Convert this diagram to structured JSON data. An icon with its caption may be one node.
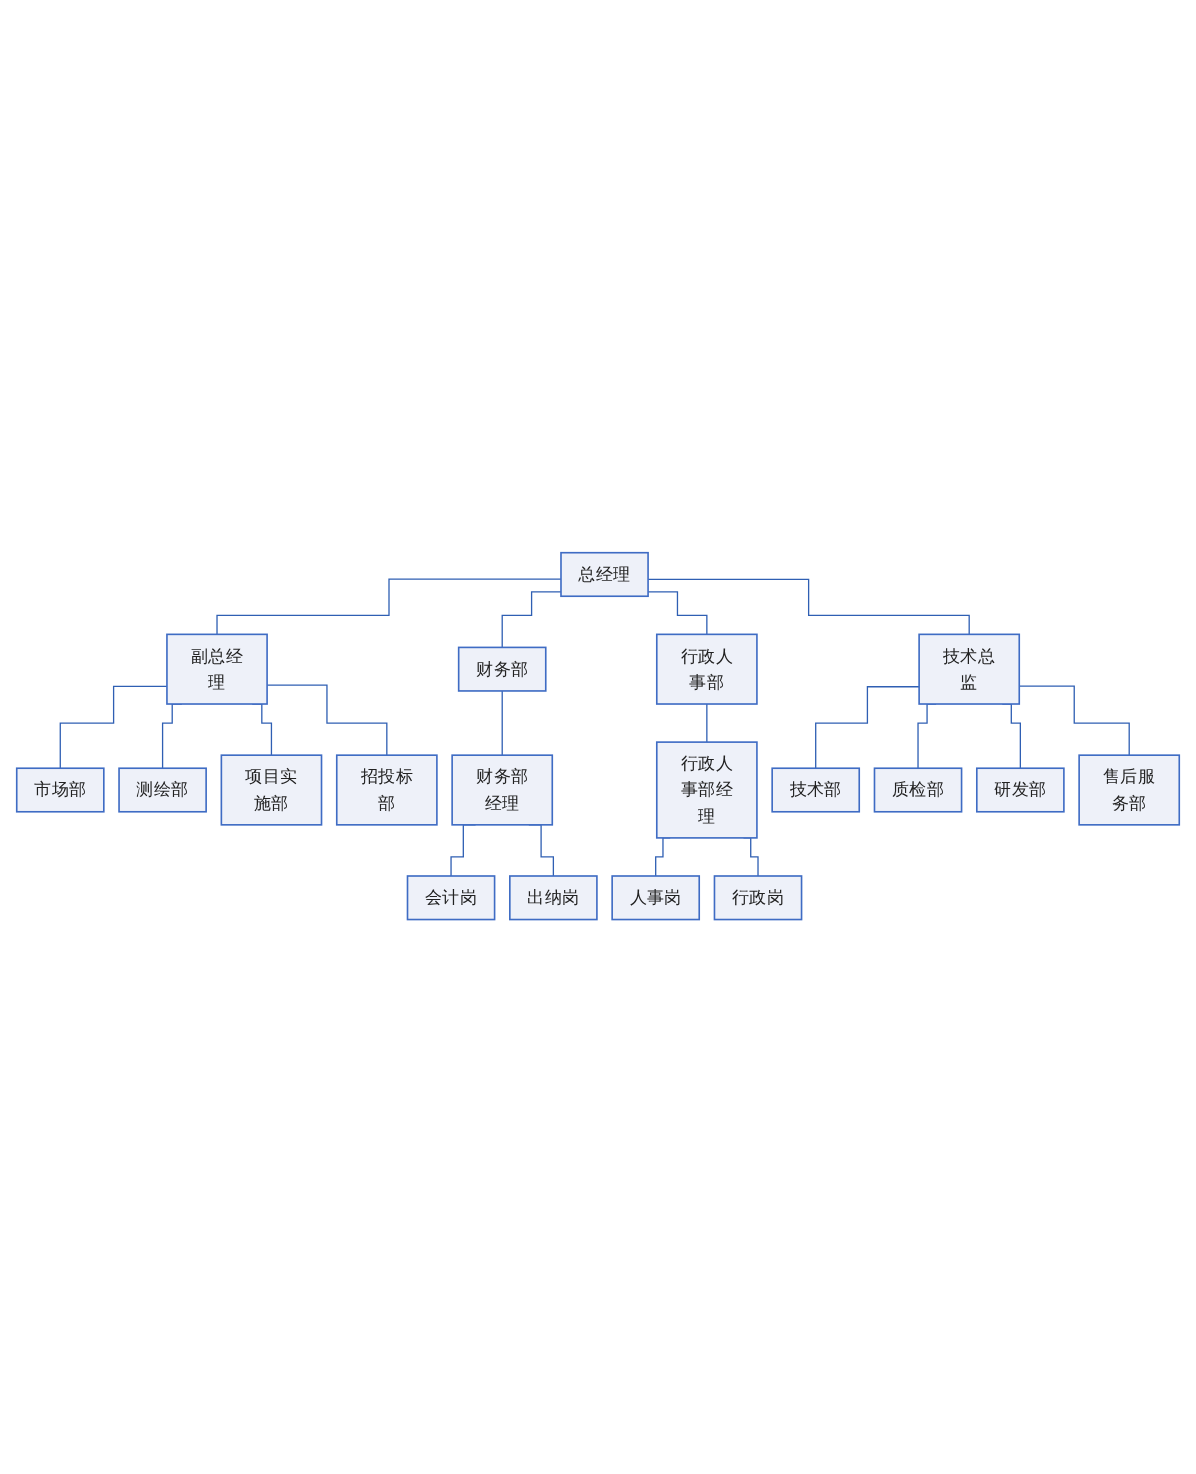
{
  "diagram": {
    "nodes": [
      {
        "text": [
          "总经理"
        ]
      },
      {
        "text": [
          "副总经理"
        ]
      },
      {
        "text": [
          "财务部"
        ]
      },
      {
        "text": [
          "行政人事部"
        ]
      },
      {
        "text": [
          "技术总监"
        ]
      },
      {
        "text": [
          "市场部"
        ]
      },
      {
        "text": [
          "测绘部"
        ]
      },
      {
        "text": [
          "项目实施部"
        ]
      },
      {
        "text": [
          "招投标部"
        ]
      },
      {
        "text": [
          "财务部经理"
        ]
      },
      {
        "text": [
          "行政人事部经理"
        ]
      },
      {
        "text": [
          "技术部"
        ]
      },
      {
        "text": [
          "质检部"
        ]
      },
      {
        "text": [
          "研发部"
        ]
      },
      {
        "text": [
          "售后服务部"
        ]
      },
      {
        "text": [
          "会计岗"
        ]
      },
      {
        "text": [
          "出纳岗"
        ]
      },
      {
        "text": [
          "人事岗"
        ]
      },
      {
        "text": [
          "行政岗"
        ]
      }
    ],
    "edges": [
      {
        "from": 0,
        "to": 1,
        "arrow": "none"
      },
      {
        "from": 0,
        "to": 2,
        "arrow": "none"
      },
      {
        "from": 0,
        "to": 3,
        "arrow": "none"
      },
      {
        "from": 0,
        "to": 4,
        "arrow": "none"
      },
      {
        "from": 1,
        "to": 5,
        "arrow": "none"
      },
      {
        "from": 1,
        "to": 6,
        "arrow": "none"
      },
      {
        "from": 1,
        "to": 7,
        "arrow": "none"
      },
      {
        "from": 1,
        "to": 8,
        "arrow": "none"
      },
      {
        "from": 2,
        "to": 9,
        "arrow": "none"
      },
      {
        "from": 3,
        "to": 10,
        "arrow": "none"
      },
      {
        "from": 4,
        "to": 11,
        "arrow": "none"
      },
      {
        "from": 4,
        "to": 12,
        "arrow": "none"
      },
      {
        "from": 4,
        "to": 13,
        "arrow": "none"
      },
      {
        "from": 4,
        "to": 14,
        "arrow": "none"
      },
      {
        "from": 9,
        "to": 15,
        "arrow": "none"
      },
      {
        "from": 9,
        "to": 16,
        "arrow": "none"
      },
      {
        "from": 10,
        "to": 17,
        "arrow": "none"
      },
      {
        "from": 10,
        "to": 18,
        "arrow": "none"
      }
    ]
  }
}
